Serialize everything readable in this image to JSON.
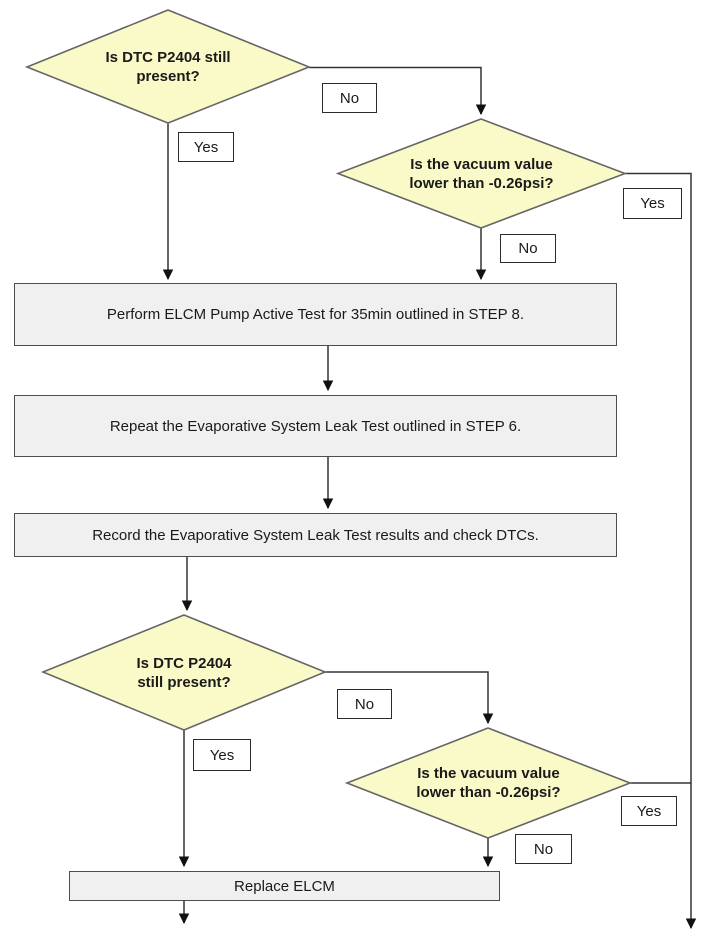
{
  "diagram": {
    "type": "flowchart",
    "decisions": [
      {
        "id": "dtc-p2404-present-1",
        "text": "Is DTC P2404 still\npresent?"
      },
      {
        "id": "vacuum-below-threshold-1",
        "text": "Is the vacuum value\nlower than -0.26psi?"
      },
      {
        "id": "dtc-p2404-present-2",
        "text": "Is DTC P2404\nstill present?"
      },
      {
        "id": "vacuum-below-threshold-2",
        "text": "Is the vacuum value\nlower than -0.26psi?"
      }
    ],
    "processes": [
      {
        "id": "perform-elcm-pump-test",
        "text": "Perform ELCM Pump Active Test for 35min outlined in STEP 8."
      },
      {
        "id": "repeat-leak-test",
        "text": "Repeat the Evaporative System Leak Test outlined in STEP 6."
      },
      {
        "id": "record-leak-test-results",
        "text": "Record the Evaporative System Leak Test results and check DTCs."
      },
      {
        "id": "replace-elcm",
        "text": "Replace ELCM"
      }
    ],
    "branch_labels": {
      "yes": "Yes",
      "no": "No"
    },
    "colors": {
      "decision_fill": "#fafac8",
      "decision_border": "#666666",
      "process_fill": "#f0f0f0",
      "process_border": "#4d4d4d",
      "label_fill": "#ffffff",
      "label_border": "#2b2b2b",
      "connector": "#333333",
      "text": "#1a1a1a",
      "background": "#ffffff"
    }
  }
}
